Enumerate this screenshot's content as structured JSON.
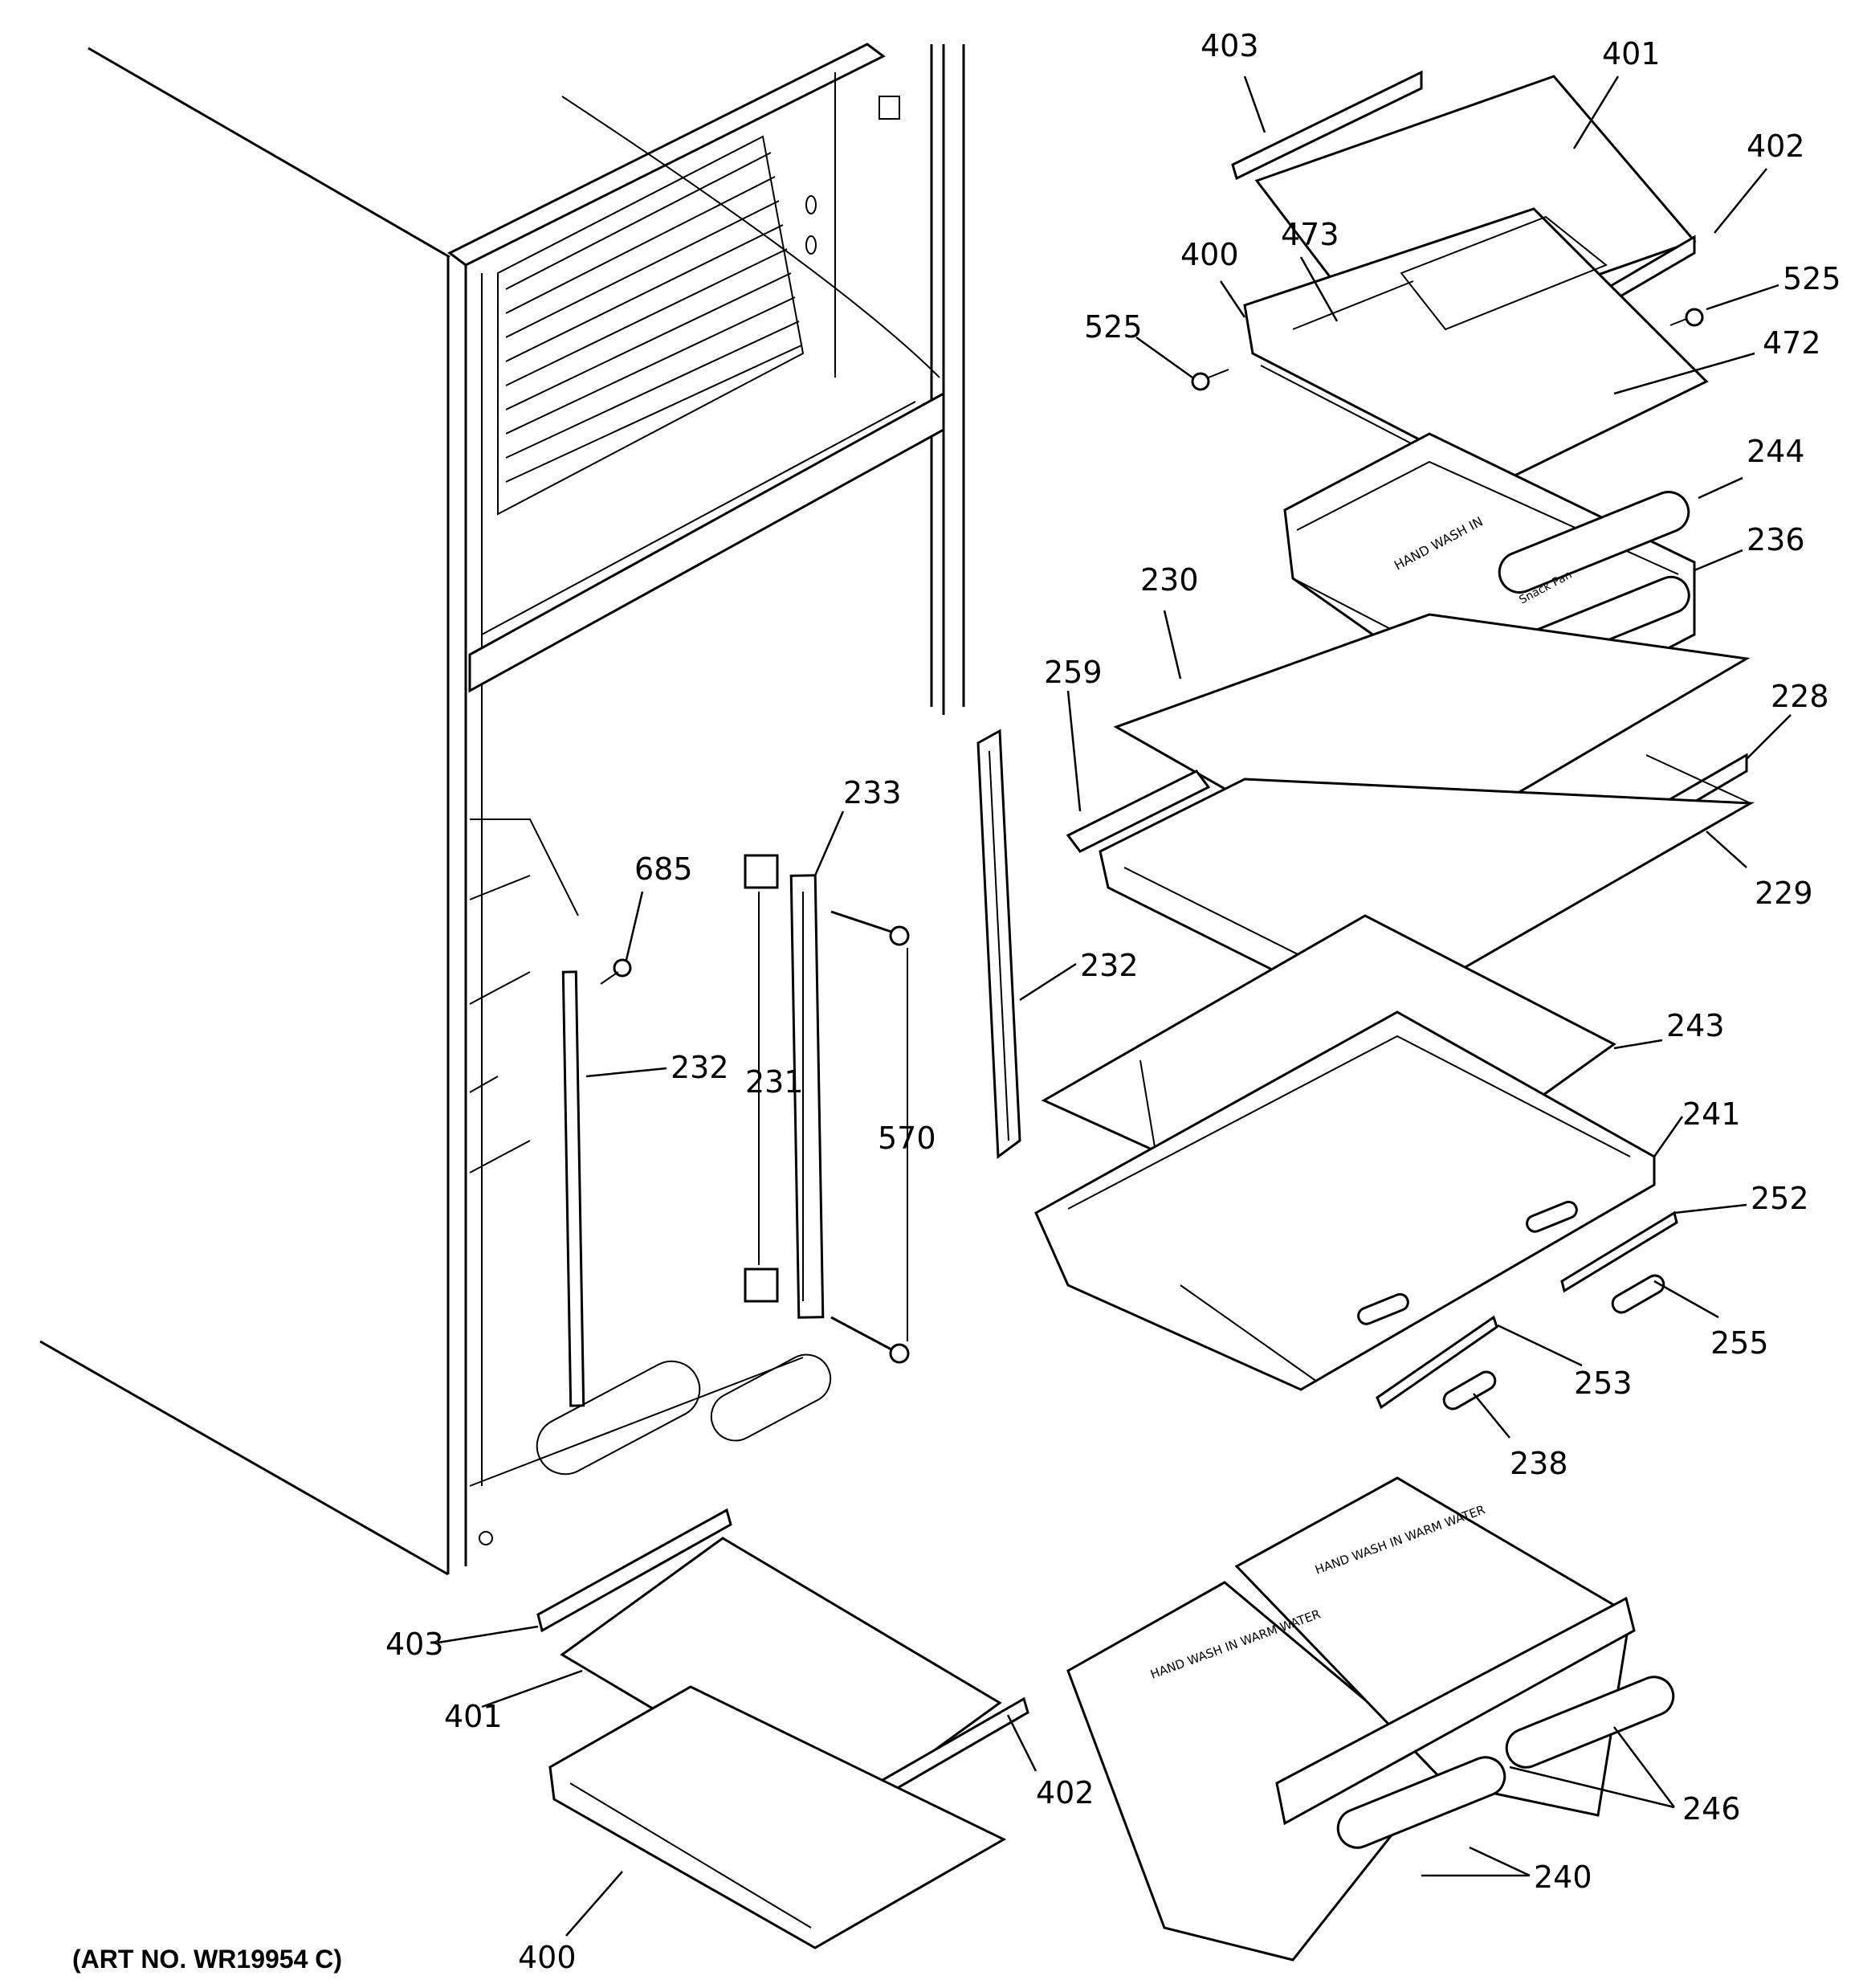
{
  "caption": "(ART NO. WR19954 C)",
  "labels": {
    "l403a": "403",
    "l401a": "401",
    "l402a": "402",
    "l400a": "400",
    "l473": "473",
    "l525a": "525",
    "l525b": "525",
    "l472": "472",
    "l244": "244",
    "l236": "236",
    "l230": "230",
    "l259": "259",
    "l228": "228",
    "l229": "229",
    "l233": "233",
    "l685": "685",
    "l232a": "232",
    "l232b": "232",
    "l231": "231",
    "l570": "570",
    "l243": "243",
    "l241": "241",
    "l252": "252",
    "l255": "255",
    "l253": "253",
    "l238": "238",
    "l403b": "403",
    "l401b": "401",
    "l402b": "402",
    "l400b": "400",
    "l246": "246",
    "l240": "240"
  },
  "pan_text": {
    "snack": "Snack Pan",
    "wash1": "HAND WASH IN WARM WATER",
    "wash2": "HAND WASH IN WARM WATER",
    "wash3": "HAND WASH IN WARM WATER"
  }
}
